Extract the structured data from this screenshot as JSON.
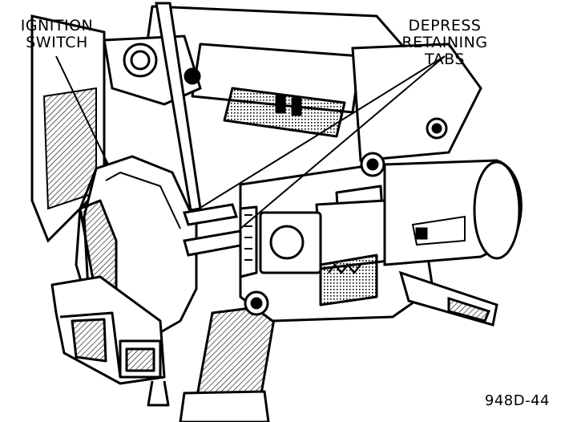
{
  "callouts": {
    "ignition_switch": {
      "line1": "IGNITION",
      "line2": "SWITCH"
    },
    "depress_retaining_tabs": {
      "line1": "DEPRESS",
      "line2": "RETAINING",
      "line3": "TABS"
    }
  },
  "figure_id": "948D-44",
  "colors": {
    "ink": "#000000",
    "paper": "#ffffff",
    "hatch": "#9a9a9a"
  }
}
